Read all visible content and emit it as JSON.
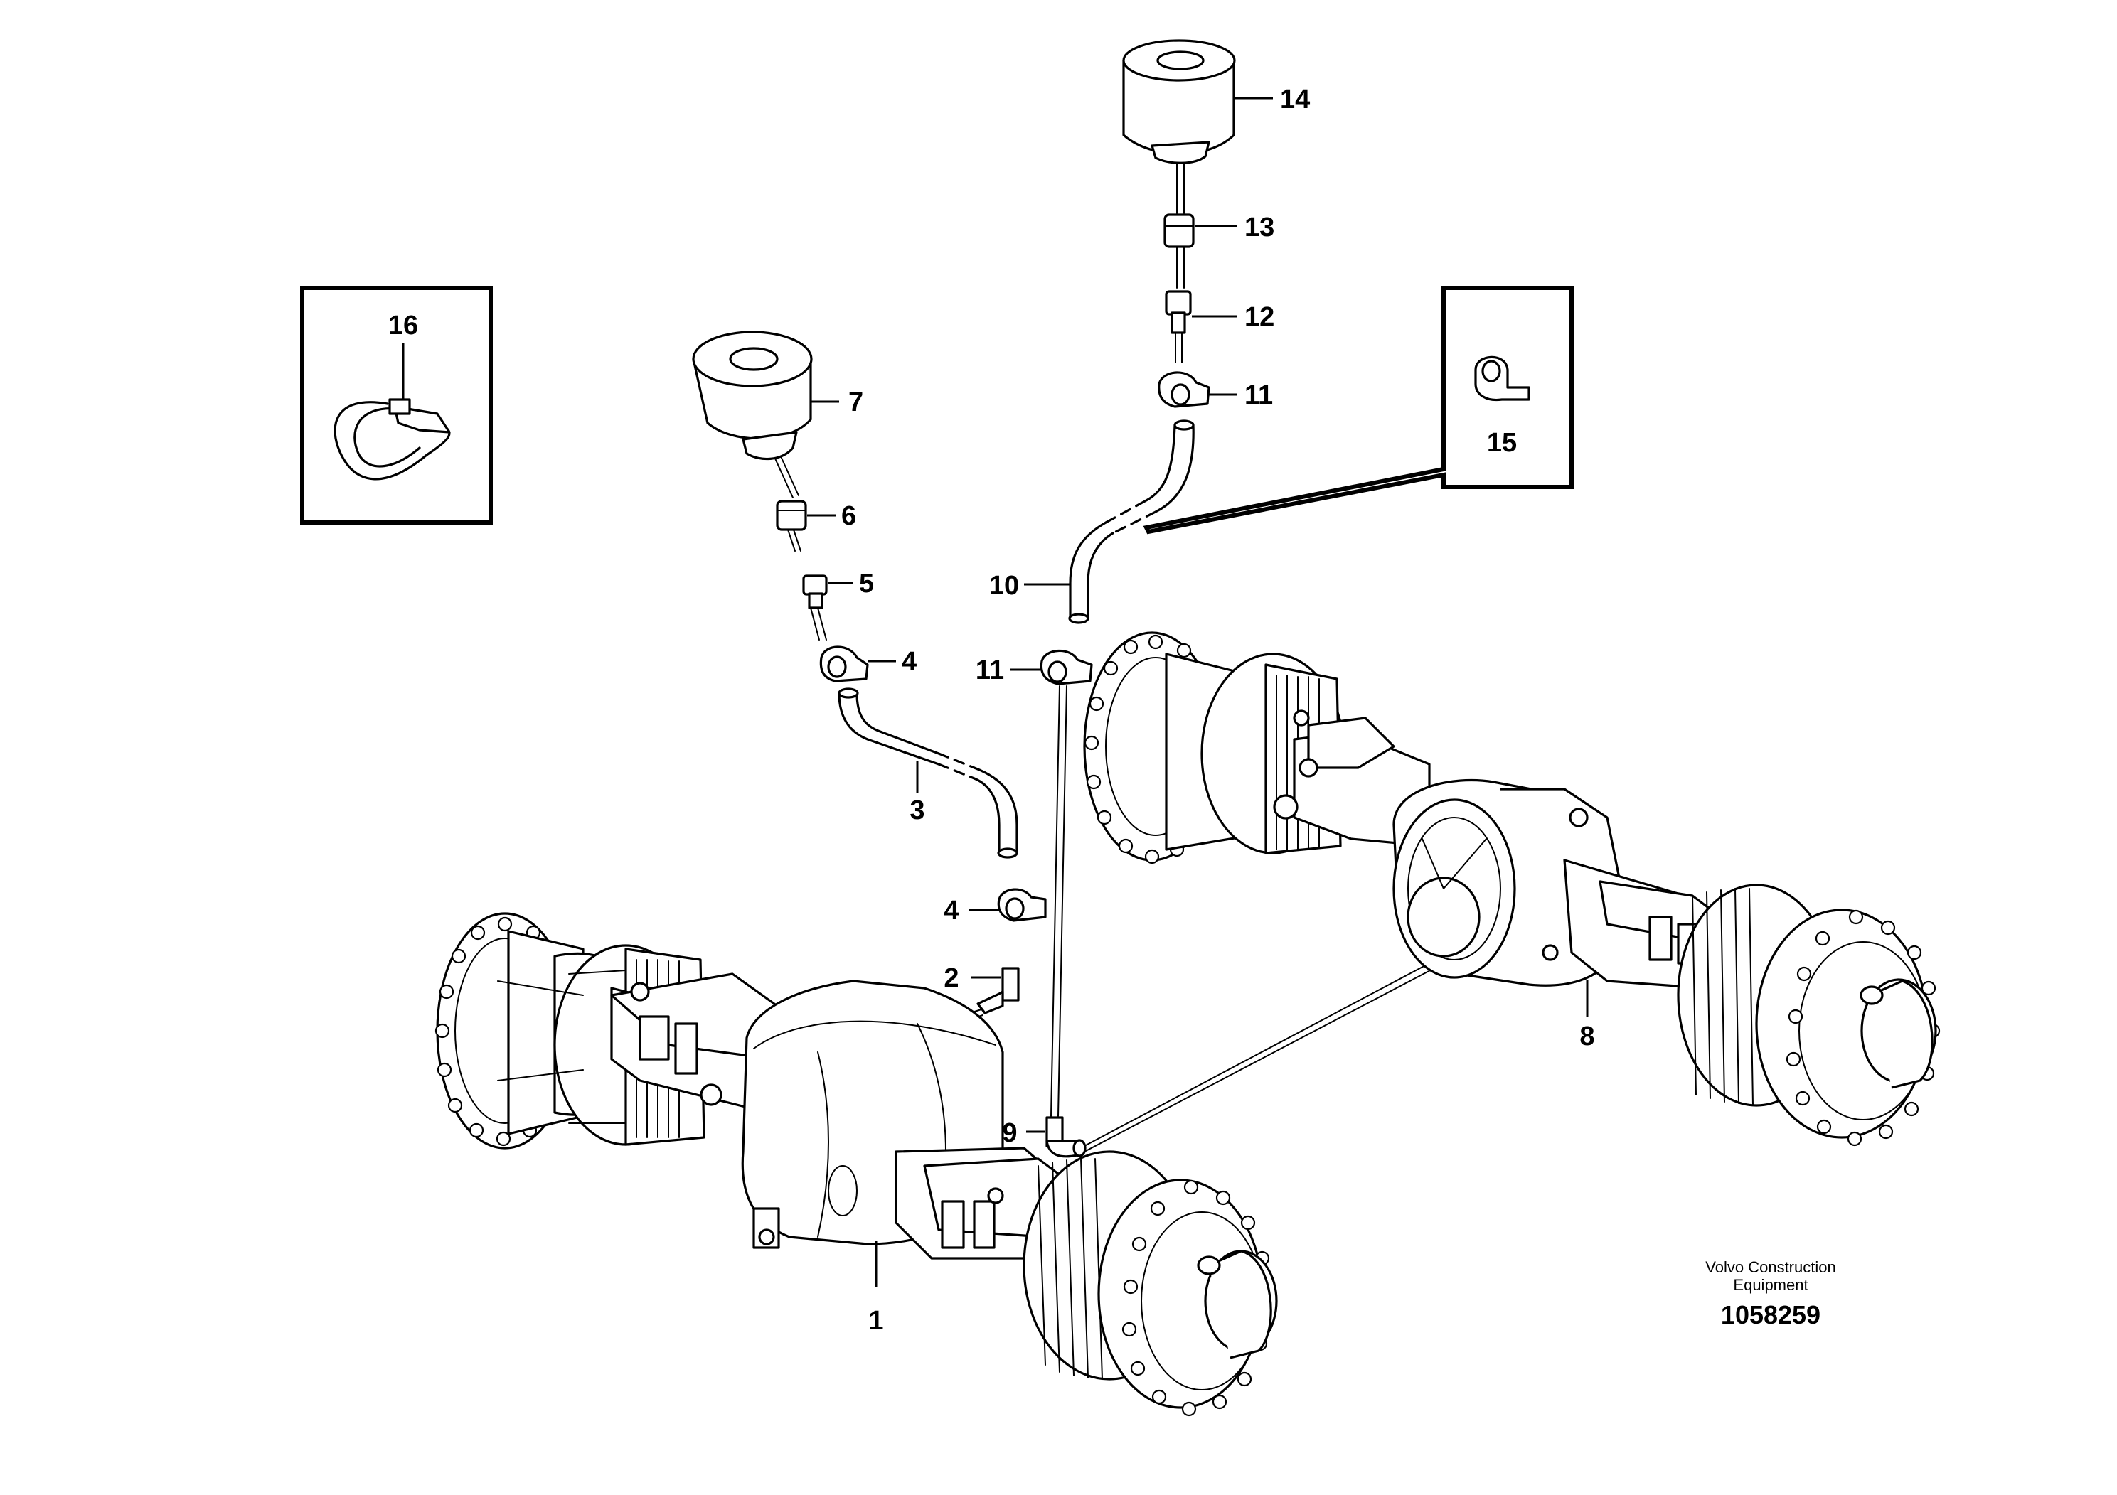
{
  "callouts": {
    "c1": "1",
    "c2": "2",
    "c3": "3",
    "c4a": "4",
    "c4b": "4",
    "c5": "5",
    "c6": "6",
    "c7": "7",
    "c8": "8",
    "c9": "9",
    "c10": "10",
    "c11a": "11",
    "c11b": "11",
    "c12": "12",
    "c13": "13",
    "c14": "14",
    "c15": "15",
    "c16": "16"
  },
  "footer": {
    "company_line1": "Volvo Construction",
    "company_line2": "Equipment",
    "drawing_number": "1058259"
  }
}
